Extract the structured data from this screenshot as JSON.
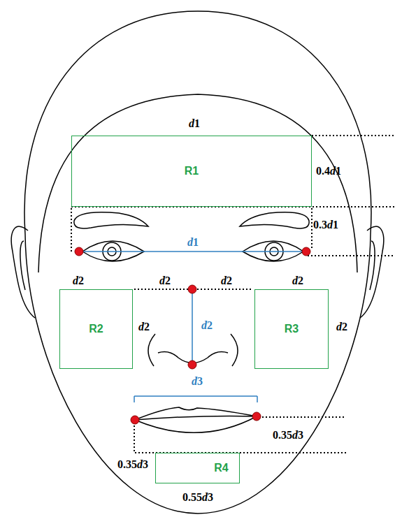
{
  "diagram": {
    "nodes": [
      {
        "text": [
          "R1"
        ]
      },
      {
        "text": [
          "R2"
        ]
      },
      {
        "text": [
          "R3"
        ]
      },
      {
        "text": [
          "R4"
        ]
      }
    ],
    "labels": [
      "d1",
      "0.4d1",
      "0.3d1",
      "d1",
      "d2",
      "d2",
      "d2",
      "d2",
      "d2",
      "d2",
      "d2",
      "d3",
      "0.35d3",
      "0.35d3",
      "0.55d3"
    ]
  }
}
